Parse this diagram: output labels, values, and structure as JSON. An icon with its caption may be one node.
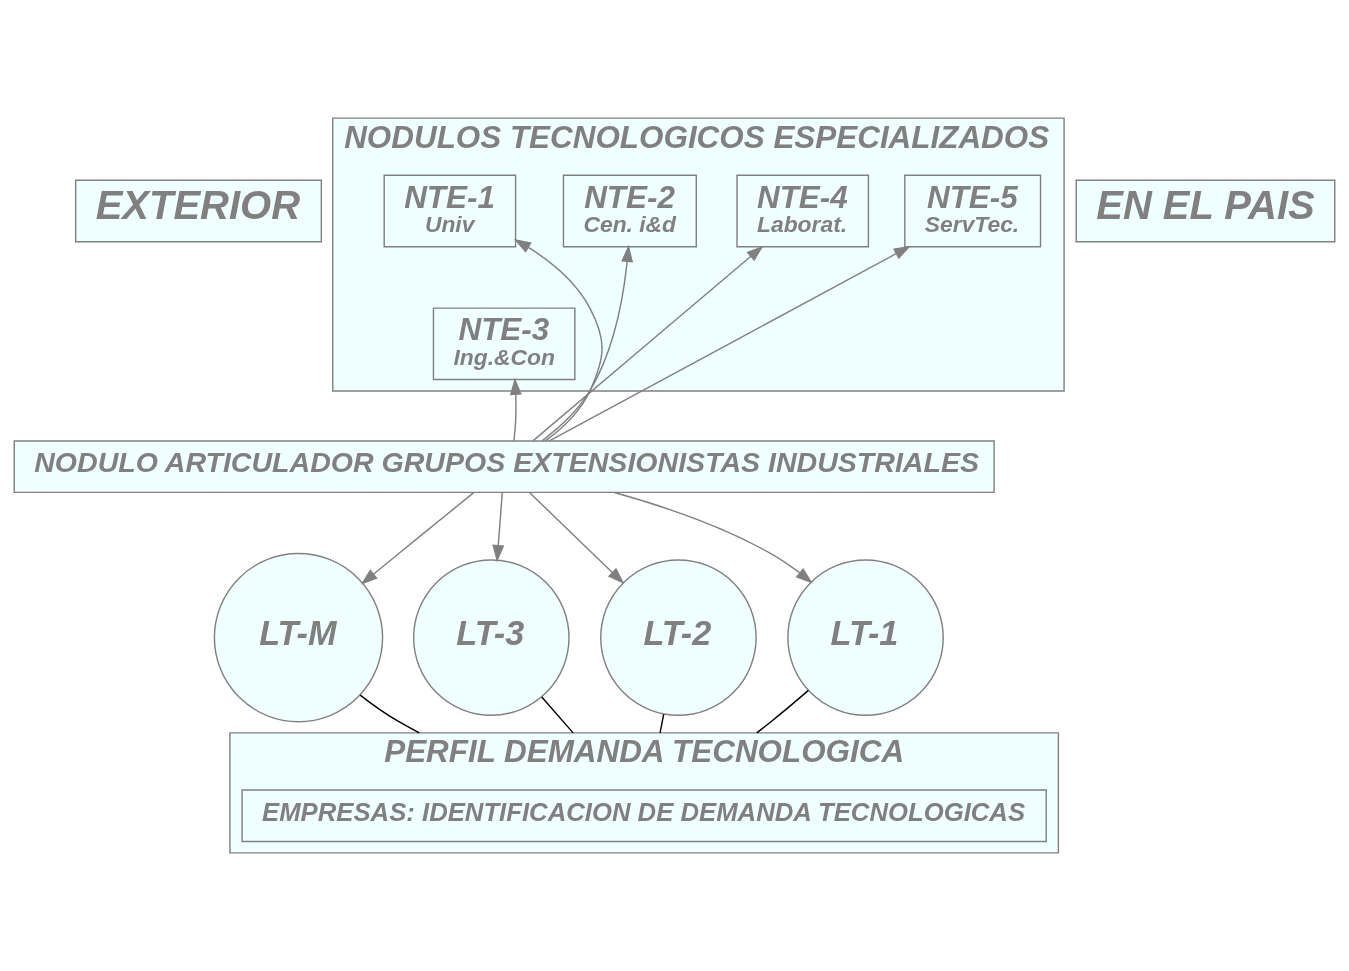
{
  "diagram": {
    "nodes": [
      {
        "text": [
          "EXTERIOR"
        ]
      },
      {
        "text": [
          "EN EL PAIS"
        ]
      },
      {
        "text": [
          "NODULOS TECNOLOGICOS ESPECIALIZADOS"
        ]
      },
      {
        "text": [
          "NTE-5",
          "ServTec."
        ],
        "in": 2
      },
      {
        "text": [
          "NTE-4",
          "Laborat."
        ],
        "in": 2
      },
      {
        "text": [
          "NTE-3",
          "Ing.&Con"
        ],
        "in": 2
      },
      {
        "text": [
          "NTE-2",
          "Cen. i&d"
        ],
        "in": 2
      },
      {
        "text": [
          "NTE-1",
          "Univ"
        ],
        "in": 2
      },
      {
        "text": [
          "NODULO ARTICULADOR GRUPOS EXTENSIONISTAS INDUSTRIALES"
        ]
      },
      {
        "text": [
          "LT-M"
        ]
      },
      {
        "text": [
          "LT-3"
        ]
      },
      {
        "text": [
          "LT-2"
        ]
      },
      {
        "text": [
          "LT-1"
        ]
      },
      {
        "text": [
          "PERFIL DEMANDA TECNOLOGICA"
        ]
      },
      {
        "text": [
          "EMPRESAS: IDENTIFICACION DE DEMANDA TECNOLOGICAS"
        ],
        "in": 13
      }
    ],
    "edges": [
      {
        "from": 8,
        "to": 3,
        "arrow": "to"
      },
      {
        "from": 8,
        "to": 4,
        "arrow": "to"
      },
      {
        "from": 8,
        "to": 5,
        "arrow": "to"
      },
      {
        "from": 8,
        "to": 6,
        "arrow": "to"
      },
      {
        "from": 8,
        "to": 7,
        "arrow": "to"
      },
      {
        "from": 8,
        "to": 9,
        "arrow": "to"
      },
      {
        "from": 8,
        "to": 10,
        "arrow": "to"
      },
      {
        "from": 8,
        "to": 11,
        "arrow": "to"
      },
      {
        "from": 8,
        "to": 12,
        "arrow": "to"
      },
      {
        "from": 9,
        "to": 13,
        "arrow": "none",
        "color": "#000000"
      },
      {
        "from": 10,
        "to": 13,
        "arrow": "none",
        "color": "#000000"
      },
      {
        "from": 11,
        "to": 13,
        "arrow": "none",
        "color": "#000000"
      },
      {
        "from": 12,
        "to": 13,
        "arrow": "none",
        "color": "#000000"
      }
    ]
  }
}
